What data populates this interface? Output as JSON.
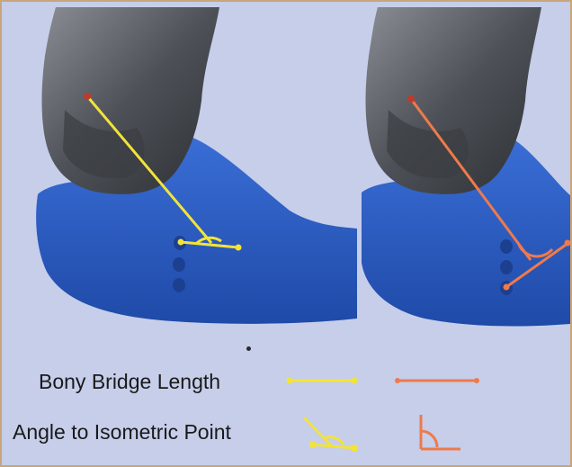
{
  "legend": {
    "bony_bridge_label": "Bony Bridge Length",
    "angle_label": "Angle to Isometric Point"
  },
  "colors": {
    "background": "#c6ceea",
    "bone": "#5a5e64",
    "soft_tissue": "#2f5fc4",
    "measure_yellow": "#f2e33a",
    "measure_orange": "#ef7a4b",
    "point_red": "#c0392b"
  },
  "panels": [
    {
      "name": "left-panel",
      "measure_color": "yellow"
    },
    {
      "name": "right-panel",
      "measure_color": "orange"
    }
  ]
}
